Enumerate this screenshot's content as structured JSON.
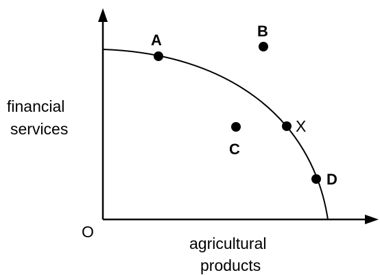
{
  "diagram": {
    "origin_label": "O",
    "y_axis_label": [
      "financial",
      "services"
    ],
    "x_axis_label": [
      "agricultural",
      "products"
    ],
    "points": [
      {
        "label": "A",
        "bold": true
      },
      {
        "label": "B",
        "bold": true
      },
      {
        "label": "C",
        "bold": true
      },
      {
        "label": "X",
        "bold": false
      },
      {
        "label": "D",
        "bold": true
      }
    ],
    "colors": {
      "ink": "#000000",
      "background": "#ffffff"
    }
  }
}
